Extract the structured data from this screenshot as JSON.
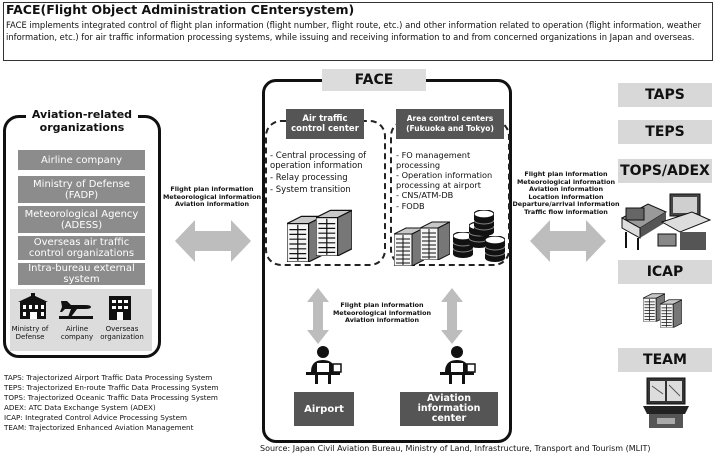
{
  "header": {
    "title": "FACE(Flight Object Administration CEntersystem)",
    "description": "FACE implements integrated control of flight plan information (flight number, flight route, etc.) and other information related to operation (flight information, weather information, etc.) for air traffic information processing systems, while issuing and receiving information to and from concerned organizations in Japan and overseas."
  },
  "aviation": {
    "title_line1": "Aviation-related",
    "title_line2": "organizations",
    "items": [
      "Airline company",
      "Ministry of Defense (FADP)",
      "Meteorological Agency (ADESS)",
      "Overseas air traffic control organizations",
      "Intra-bureau external system"
    ],
    "icons": [
      {
        "label": "Ministry of Defense",
        "icon": "government-building-icon"
      },
      {
        "label": "Airline company",
        "icon": "airplane-icon"
      },
      {
        "label": "Overseas organization",
        "icon": "office-building-icon"
      }
    ]
  },
  "left_flow": [
    "Flight plan information",
    "Meteorological information",
    "Aviation information"
  ],
  "face": {
    "title": "FACE",
    "atc": {
      "label_line1": "Air traffic",
      "label_line2": "control center",
      "bullets": [
        "Central processing of operation information",
        "Relay processing",
        "System transition"
      ]
    },
    "acc": {
      "label_line1": "Area control centers",
      "label_line2": "(Fukuoka and Tokyo)",
      "bullets": [
        "FO management processing",
        "Operation information processing at airport",
        "CNS/ATM-DB",
        "FODB"
      ]
    },
    "vertical_flow": [
      "Flight plan information",
      "Meteorological information",
      "Aviation information"
    ],
    "airport": "Airport",
    "aic_line1": "Aviation",
    "aic_line2": "information",
    "aic_line3": "center"
  },
  "right_flow": [
    "Flight plan information",
    "Meteorological information",
    "Aviation information",
    "Location information",
    "Departure/arrival information",
    "Traffic flow information"
  ],
  "systems": [
    "TAPS",
    "TEPS",
    "TOPS/ADEX",
    "ICAP",
    "TEAM"
  ],
  "abbreviations": [
    "TAPS: Trajectorized Airport Traffic Data Processing System",
    "TEPS: Trajectorized En-route Traffic Data Processing System",
    "TOPS: Trajectorized Oceanic Traffic Data Processing System",
    "ADEX: ATC Data Exchange System (ADEX)",
    "ICAP: Integrated Control Advice Processing System",
    "TEAM: Trajectorized Enhanced Aviation Management"
  ],
  "source": "Source: Japan Civil Aviation Bureau, Ministry of Land, Infrastructure, Transport and Tourism (MLIT)",
  "colors": {
    "org_item": "#8c8c8c",
    "panel_gray": "#dcdcdc",
    "dark_label": "#555555",
    "arrow_gray": "#bdbdbd"
  }
}
